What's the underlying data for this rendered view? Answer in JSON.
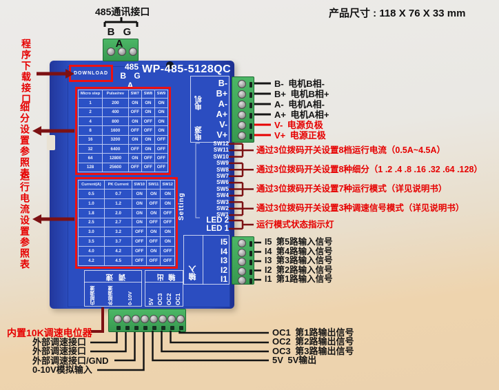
{
  "page": {
    "product_dimensions": "产品尺寸 : 118 X 76 X 33 mm"
  },
  "top_connector": {
    "label": "485通讯接口",
    "pins_label": "B G A"
  },
  "left_annotations": {
    "download": "程序下载接口",
    "microstep_table": "细分设置参照表",
    "current_table": "运行电流设置参照表",
    "potentiometer": "内置10K调速电位器"
  },
  "device": {
    "download_label": "DOWNLOAD",
    "bus_label": "485",
    "bus_pins_label": "B G A",
    "model": "WP-485-5128QC",
    "microstep_table": {
      "headers": [
        "Micro step",
        "Pulse/rev",
        "SW7",
        "SW8",
        "SW9"
      ],
      "rows": [
        [
          "1",
          "200",
          "ON",
          "ON",
          "ON"
        ],
        [
          "2",
          "400",
          "OFF",
          "ON",
          "ON"
        ],
        [
          "4",
          "800",
          "ON",
          "OFF",
          "ON"
        ],
        [
          "8",
          "1600",
          "OFF",
          "OFF",
          "ON"
        ],
        [
          "16",
          "3200",
          "ON",
          "ON",
          "OFF"
        ],
        [
          "32",
          "6400",
          "OFF",
          "ON",
          "OFF"
        ],
        [
          "64",
          "12800",
          "ON",
          "OFF",
          "OFF"
        ],
        [
          "128",
          "25600",
          "OFF",
          "OFF",
          "OFF"
        ]
      ]
    },
    "current_table": {
      "headers": [
        "Current(A)",
        "PK Current",
        "SW10",
        "SW11",
        "SW12"
      ],
      "rows": [
        [
          "0.5",
          "0.7",
          "ON",
          "ON",
          "ON"
        ],
        [
          "1.0",
          "1.2",
          "ON",
          "OFF",
          "ON"
        ],
        [
          "1.8",
          "2.0",
          "ON",
          "ON",
          "OFF"
        ],
        [
          "2.5",
          "2.7",
          "ON",
          "OFF",
          "OFF"
        ],
        [
          "3.0",
          "3.2",
          "OFF",
          "ON",
          "ON"
        ],
        [
          "3.5",
          "3.7",
          "OFF",
          "OFF",
          "ON"
        ],
        [
          "4.0",
          "4.2",
          "OFF",
          "ON",
          "OFF"
        ],
        [
          "4.2",
          "4.5",
          "OFF",
          "OFF",
          "OFF"
        ]
      ]
    },
    "motor_group_label": "电机",
    "power_group_label": "电源",
    "motor_pins": [
      "B-",
      "B+",
      "A-",
      "A+",
      "V-",
      "V+"
    ],
    "setting_label": "Setting",
    "switches": [
      "SW12",
      "SW11",
      "SW10",
      "SW9",
      "SW8",
      "SW7",
      "SW6",
      "SW5",
      "SW4",
      "SW3",
      "SW2",
      "SW1"
    ],
    "led_labels": [
      "LED 2",
      "LED 1"
    ],
    "input_group_label": "输入",
    "input_pins": [
      "I5",
      "I4",
      "I3",
      "I2",
      "I1"
    ],
    "speed_section": {
      "label": "调速",
      "sub_labels": [
        "内部调速",
        "外部调速",
        "0-10V"
      ]
    },
    "output_section": {
      "label": "输出",
      "sub_labels": [
        "5V",
        "OC3",
        "OC2",
        "OC1"
      ]
    }
  },
  "right_annotations": {
    "motor_pins": [
      {
        "pin": "B-",
        "label": "电机B相-",
        "red": false
      },
      {
        "pin": "B+",
        "label": "电机B相+",
        "red": false
      },
      {
        "pin": "A-",
        "label": "电机A相-",
        "red": false
      },
      {
        "pin": "A+",
        "label": "电机A相+",
        "red": false
      },
      {
        "pin": "V-",
        "label": "电源负极",
        "red": true
      },
      {
        "pin": "V+",
        "label": "电源正极",
        "red": true
      }
    ],
    "dip_groups": [
      "通过3位拨码开关设置8档运行电流（0.5A~4.5A）",
      "通过3位拨码开关设置8种细分（1 .2 .4 .8 .16 .32 .64 .128）",
      "通过3位拨码开关设置7种运行模式（详见说明书）",
      "通过3位拨码开关设置3种调速信号模式（详见说明书）",
      "运行模式状态指示灯"
    ],
    "input_pins": [
      {
        "pin": "I5",
        "label": "第5路输入信号"
      },
      {
        "pin": "I4",
        "label": "第4路输入信号"
      },
      {
        "pin": "I3",
        "label": "第3路输入信号"
      },
      {
        "pin": "I2",
        "label": "第2路输入信号"
      },
      {
        "pin": "I1",
        "label": "第1路输入信号"
      }
    ]
  },
  "bottom_annotations": {
    "left": [
      "外部调速接口",
      "外部调速接口",
      "外部调速接口/GND",
      "0-10V模拟输入"
    ],
    "right": [
      {
        "pin": "OC1",
        "label": "第1路输出信号"
      },
      {
        "pin": "OC2",
        "label": "第2路输出信号"
      },
      {
        "pin": "OC3",
        "label": "第3路输出信号"
      },
      {
        "pin": "5V",
        "label": "5V输出"
      }
    ]
  },
  "colors": {
    "annotation_red": "#e60000",
    "line_dark_red": "#7c1113",
    "board_blue": "#2a4dbe",
    "terminal_green": "#3fae5e"
  }
}
